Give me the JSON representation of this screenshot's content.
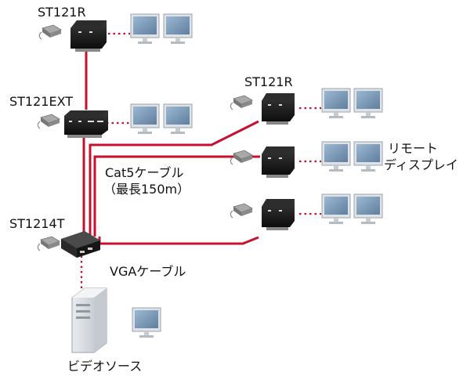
{
  "labels": {
    "st121r_top": "ST121R",
    "st121ext": "ST121EXT",
    "st1214t": "ST1214T",
    "st121r_right": "ST121R",
    "cat5_line1": "Cat5ケーブル",
    "cat5_line2": "（最長150m）",
    "vga_cable": "VGAケーブル",
    "remote_line1": "リモート",
    "remote_line2": "ディスプレイ",
    "video_source": "ビデオソース"
  },
  "colors": {
    "cat5": "#c8102e",
    "vga_dots": "#c8102e",
    "device_body": "#1b1b1b",
    "monitor_screen": "#7d9cb8",
    "monitor_frame": "#d9dde2"
  },
  "icons": {
    "device": "extender-box-icon",
    "monitor": "lcd-monitor-icon",
    "adapter": "power-adapter-icon",
    "pc": "tower-pc-icon"
  }
}
